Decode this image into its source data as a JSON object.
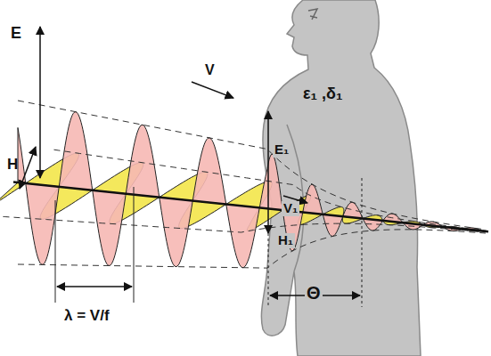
{
  "diagram": {
    "labels": [
      "E",
      "H",
      "V",
      "λ = V/f",
      "ε₁ ,δ₁",
      "E₁",
      "V₁",
      "H₁",
      "Θ"
    ]
  }
}
